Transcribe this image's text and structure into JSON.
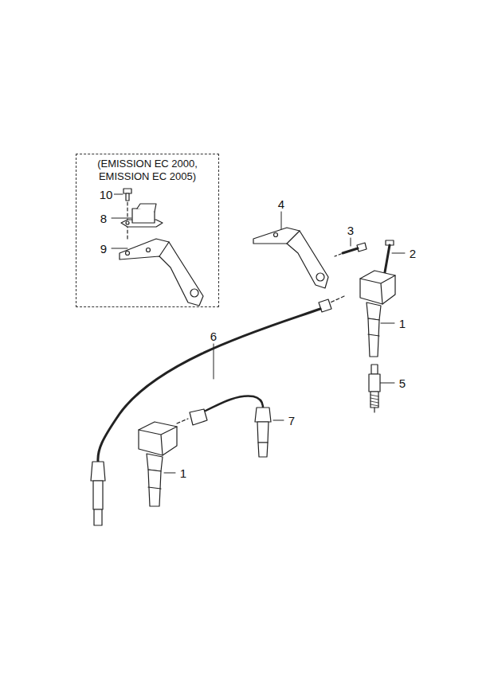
{
  "diagram": {
    "nodes": [
      {
        "text": [
          "(EMISSION EC 2000, EMISSION EC 2005)"
        ]
      }
    ],
    "labels": [
      "10",
      "8",
      "9",
      "4",
      "3",
      "2",
      "6",
      "1",
      "5",
      "7",
      "1"
    ]
  }
}
